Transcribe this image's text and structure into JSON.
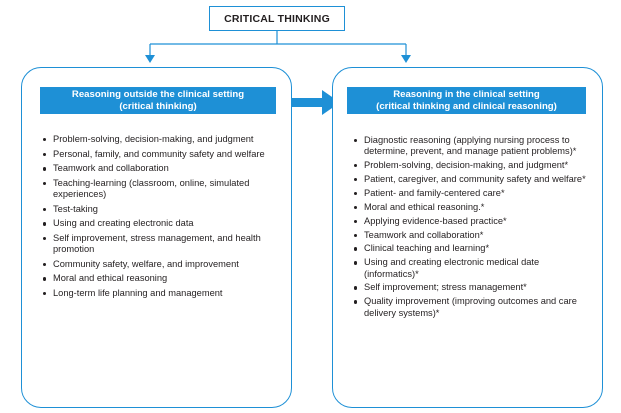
{
  "top": {
    "title": "CRITICAL THINKING"
  },
  "left_panel": {
    "header_line1": "Reasoning outside the clinical setting",
    "header_line2": "(critical thinking)",
    "items": [
      "Problem-solving, decision-making, and judgment",
      "Personal, family, and community safety and welfare",
      "Teamwork and collaboration",
      "Teaching-learning (classroom, online, simulated experiences)",
      "Test-taking",
      "Using and creating electronic data",
      "Self improvement, stress management, and health promotion",
      "Community safety, welfare, and improvement",
      "Moral and ethical reasoning",
      "Long-term life planning and management"
    ]
  },
  "right_panel": {
    "header_line1": "Reasoning in the clinical setting",
    "header_line2": "(critical thinking and clinical reasoning)",
    "items": [
      "Diagnostic reasoning (applying nursing process to determine, prevent, and manage patient problems)*",
      "Problem-solving, decision-making, and judgment*",
      "Patient, caregiver, and community safety and welfare*",
      "Patient- and family-centered care*",
      "Moral and ethical reasoning.*",
      "Applying evidence-based practice*",
      "Teamwork and collaboration*",
      "Clinical teaching and learning*",
      "Using and creating electronic medical date (informatics)*",
      "Self improvement; stress management*",
      "Quality improvement (improving outcomes and care delivery systems)*"
    ]
  },
  "colors": {
    "accent": "#1e90d6",
    "text": "#231f20"
  }
}
